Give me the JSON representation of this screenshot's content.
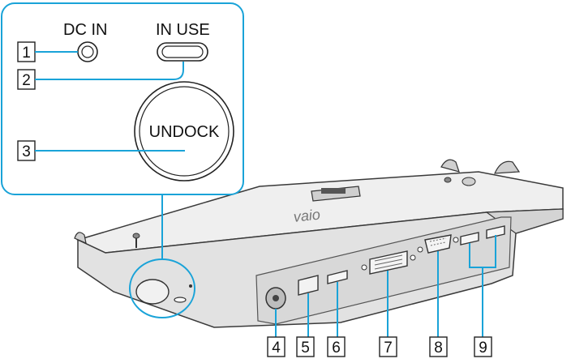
{
  "labels": {
    "dc_in": "DC IN",
    "in_use": "IN USE",
    "undock": "UNDOCK"
  },
  "callouts": [
    "1",
    "2",
    "3",
    "4",
    "5",
    "6",
    "7",
    "8",
    "9"
  ],
  "colors": {
    "callout_line": "#1aa3d8",
    "dock_body": "#e6e6e6",
    "dock_outline": "#3a3a3a"
  }
}
